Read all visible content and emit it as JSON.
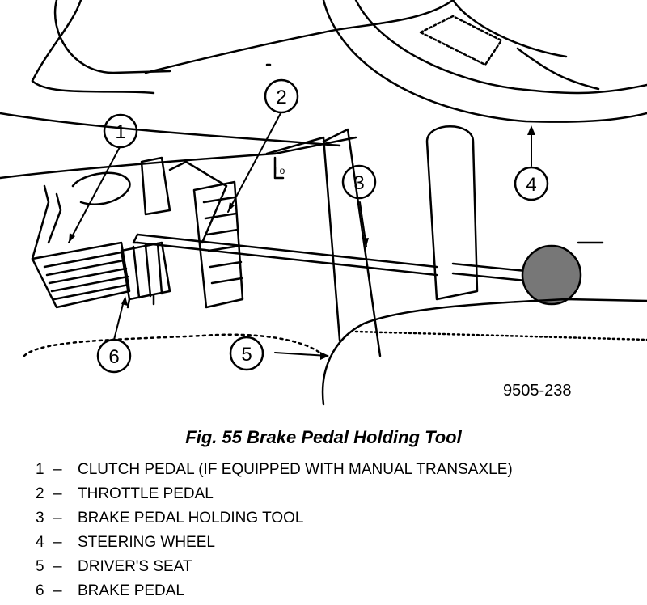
{
  "callouts": [
    {
      "number": "1"
    },
    {
      "number": "2"
    },
    {
      "number": "3"
    },
    {
      "number": "4"
    },
    {
      "number": "5"
    },
    {
      "number": "6"
    }
  ],
  "figure_code": "9505-238",
  "caption": "Fig. 55 Brake Pedal Holding Tool",
  "legend": [
    {
      "number": "1",
      "separator": "–",
      "label": "CLUTCH PEDAL (IF EQUIPPED WITH MANUAL TRANSAXLE)"
    },
    {
      "number": "2",
      "separator": "–",
      "label": "THROTTLE PEDAL"
    },
    {
      "number": "3",
      "separator": "–",
      "label": "BRAKE PEDAL HOLDING TOOL"
    },
    {
      "number": "4",
      "separator": "–",
      "label": "STEERING WHEEL"
    },
    {
      "number": "5",
      "separator": "–",
      "label": "DRIVER'S SEAT"
    },
    {
      "number": "6",
      "separator": "–",
      "label": "BRAKE PEDAL"
    }
  ]
}
